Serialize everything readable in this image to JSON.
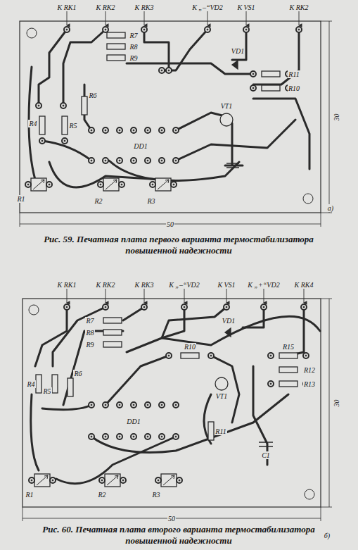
{
  "diagram": {
    "labels": [
      "К RK1",
      "К RK2",
      "К RK3",
      "К „–“VD2",
      "К VS1",
      "К RK2",
      "R7",
      "R8",
      "R9",
      "R4",
      "R5",
      "R6",
      "VD1",
      "R11",
      "R10",
      "VT1",
      "DD1",
      "R1",
      "R2",
      "R3",
      "50",
      "30",
      "а)",
      "Рис. 59. Печатная плата первого варианта термостабилизатора повышенной надежности",
      "К RK1",
      "К RK2",
      "К RK3",
      "К „–“VD2",
      "К VS1",
      "К „+“VD2",
      "К RK4",
      "R7",
      "R8",
      "R9",
      "R4",
      "R5",
      "R6",
      "R10",
      "VD1",
      "R15",
      "R12",
      "R13",
      "VT1",
      "DD1",
      "R11",
      "C1",
      "R1",
      "R2",
      "R3",
      "50",
      "30",
      "б)",
      "Рис. 60. Печатная плата второго варианта термостабилизатора повышенной надежности"
    ]
  }
}
